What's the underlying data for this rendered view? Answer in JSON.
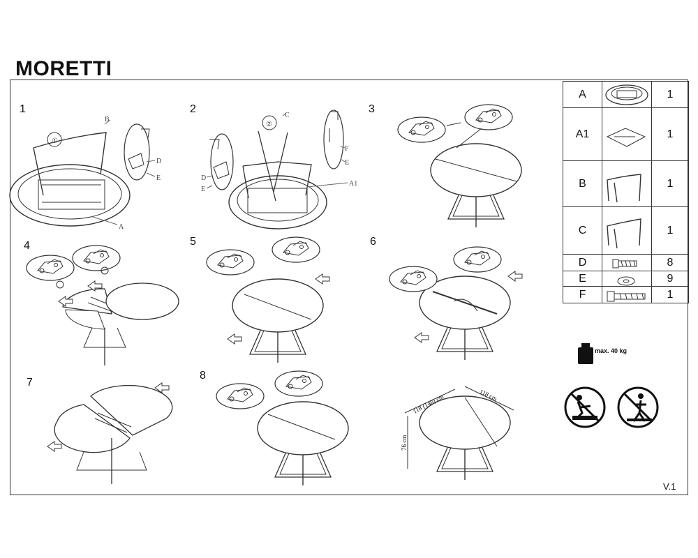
{
  "title": "MORETTI",
  "steps": [
    "1",
    "2",
    "3",
    "4",
    "5",
    "6",
    "7",
    "8"
  ],
  "callouts": {
    "s1_circle": "①",
    "s1_b": "B",
    "s1_d": "D",
    "s1_e": "E",
    "s1_a": "A",
    "s2_circle": "②",
    "s2_c": "C",
    "s2_f": "F",
    "s2_e2": "E",
    "s2_d": "D",
    "s2_e": "E",
    "s2_a1": "A1"
  },
  "parts": [
    {
      "letter": "A",
      "qty": "1",
      "icon": "table-top-icon"
    },
    {
      "letter": "A1",
      "qty": "1",
      "icon": "extension-leaf-icon"
    },
    {
      "letter": "B",
      "qty": "1",
      "icon": "leg-frame-b-icon"
    },
    {
      "letter": "C",
      "qty": "1",
      "icon": "leg-frame-c-icon"
    },
    {
      "letter": "D",
      "qty": "8",
      "icon": "screw-icon"
    },
    {
      "letter": "E",
      "qty": "9",
      "icon": "washer-icon"
    },
    {
      "letter": "F",
      "qty": "1",
      "icon": "bolt-icon"
    }
  ],
  "max_load": "max. 40 kg",
  "dims": {
    "width": "118 (148) cm",
    "depth": "118 cm",
    "height": "76 cm"
  },
  "version": "V.1"
}
